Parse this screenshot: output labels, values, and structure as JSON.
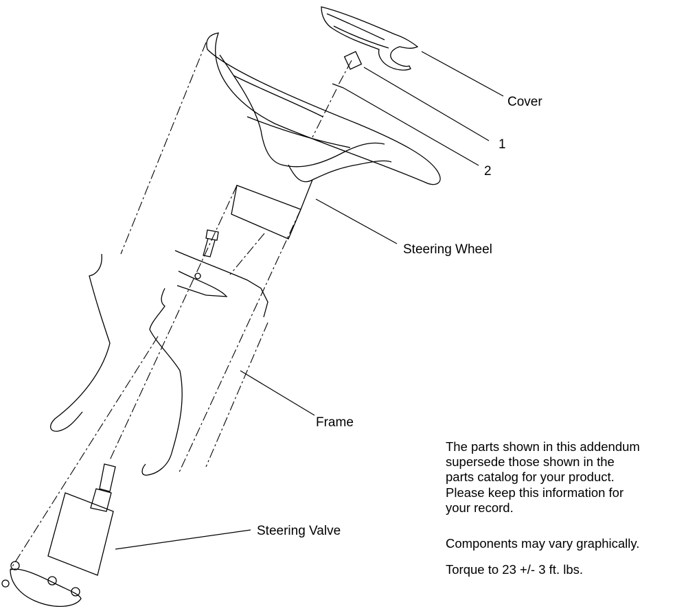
{
  "callouts": {
    "cover": "Cover",
    "item1": "1",
    "item2": "2",
    "steering_wheel": "Steering Wheel",
    "frame": "Frame",
    "steering_valve": "Steering Valve"
  },
  "notes": {
    "addendum_lines": [
      "The parts shown in this addendum",
      "supersede those shown in the",
      "parts catalog for your product.",
      "Please keep this information for",
      "your record."
    ],
    "graphics_note": "Components may vary graphically.",
    "torque_note": "Torque to 23 +/- 3 ft. lbs."
  }
}
